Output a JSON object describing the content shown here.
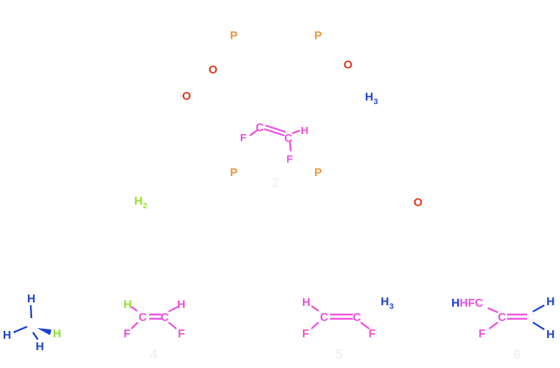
{
  "colors": {
    "phosphorus": "#f0953a",
    "oxygen": "#e8361a",
    "hydrogen_blue": "#1a3fd6",
    "fluoroalkene": "#ee4fe0",
    "hydrogen_green": "#8fe02a",
    "faded": "#f4f4f4"
  },
  "complex": {
    "p_top_left": "P",
    "p_top_right": "P",
    "o_left": "O",
    "o_right": "O",
    "oc_left": "O",
    "ch3_right": "H",
    "ch3_sub": "3",
    "alkene_c1": "C",
    "alkene_c2": "C",
    "alkene_f1": "F",
    "alkene_f2": "F",
    "alkene_h": "H",
    "p_bottom_left": "P",
    "p_bottom_right": "P",
    "label": "2"
  },
  "reagents": {
    "h2_main": "H",
    "h2_sub": "2",
    "co_letter": "O"
  },
  "products": {
    "methane": {
      "h_top": "H",
      "h_left": "H",
      "h_right": "H",
      "h_bottom": "H"
    },
    "alkene4": {
      "h1": "H",
      "h2": "H",
      "c1": "C",
      "c2": "C",
      "f1": "F",
      "f2": "F",
      "label": "4"
    },
    "alkene5": {
      "h_top": "H",
      "c1": "C",
      "c2": "C",
      "f1": "F",
      "f2": "F",
      "ch3_h": "H",
      "ch3_sub": "3",
      "label": "5"
    },
    "alkene6": {
      "hhfc": "HHFC",
      "c1": "C",
      "c2": "C",
      "f": "F",
      "h1": "H",
      "h2": "H",
      "label": "6"
    }
  }
}
